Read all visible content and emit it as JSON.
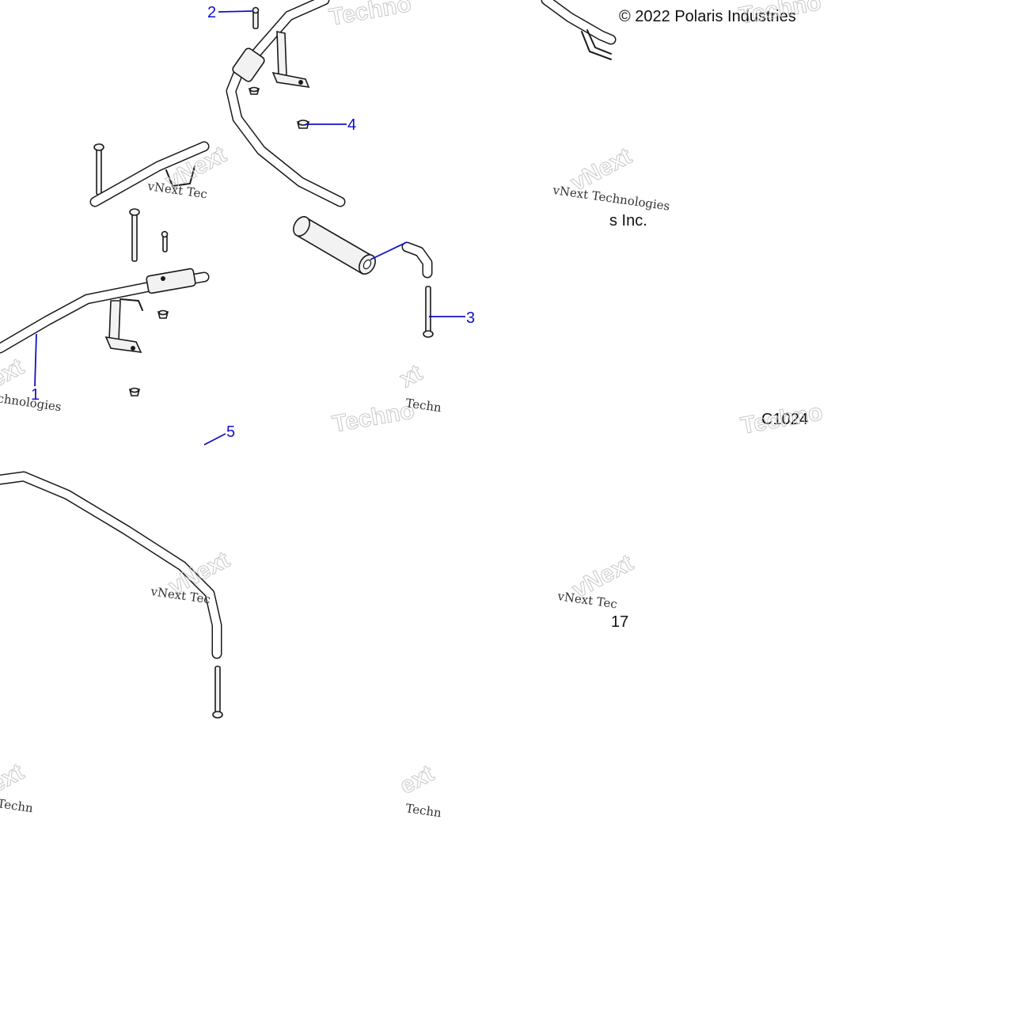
{
  "callouts": [
    {
      "id": "1",
      "label": "1"
    },
    {
      "id": "2",
      "label": "2"
    },
    {
      "id": "3",
      "label": "3"
    },
    {
      "id": "4",
      "label": "4"
    },
    {
      "id": "5",
      "label": "5"
    }
  ],
  "copyright": {
    "line1": "© 2022 Polaris Industries",
    "line2": "s Inc.",
    "code": "C1024",
    "fragment": "17"
  },
  "watermarks": {
    "brand_word": "Techno",
    "brand_next": "vNext",
    "tagline": "vNext Technologies",
    "tagline_short": "vNext Tec",
    "fragment_ext": "ext",
    "fragment_xt": "xt",
    "fragment_nologies": "chnologies",
    "fragment_techn": "Techn"
  },
  "colors": {
    "callout": "#1010c8",
    "lines": "#1a1a1a",
    "background": "#ffffff"
  }
}
